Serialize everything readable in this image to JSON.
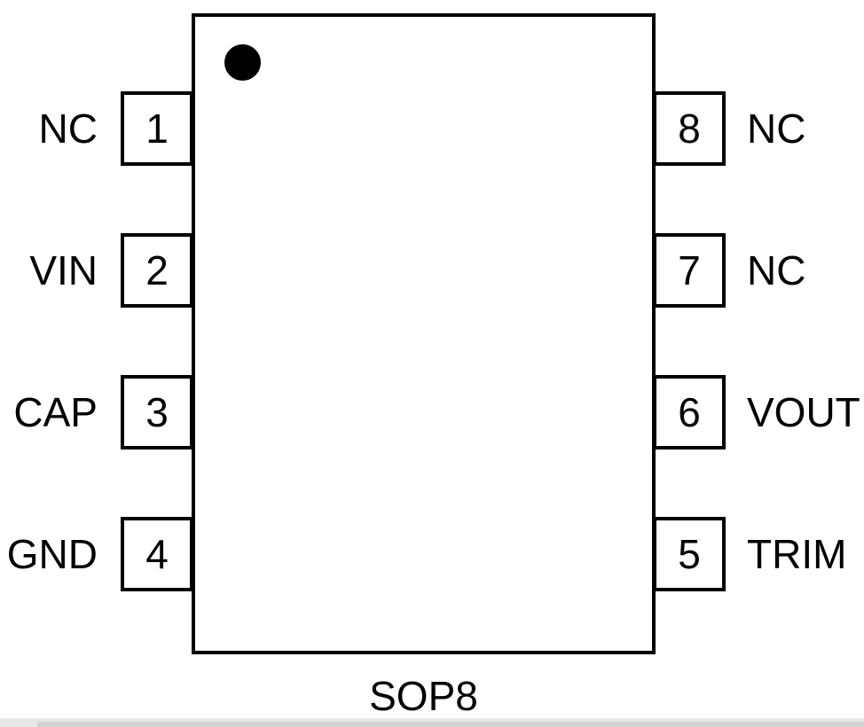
{
  "package": {
    "name_label": "SOP8"
  },
  "pins": {
    "left": [
      {
        "number": "1",
        "label": "NC"
      },
      {
        "number": "2",
        "label": "VIN"
      },
      {
        "number": "3",
        "label": "CAP"
      },
      {
        "number": "4",
        "label": "GND"
      }
    ],
    "right": [
      {
        "number": "8",
        "label": "NC"
      },
      {
        "number": "7",
        "label": "NC"
      },
      {
        "number": "6",
        "label": "VOUT"
      },
      {
        "number": "5",
        "label": "TRIM"
      }
    ]
  },
  "indicator": {
    "pin1_marker": "filled-circle"
  },
  "colors": {
    "line": "#000000",
    "background": "#ffffff",
    "scrollbar_track": "#e8e8e8",
    "scrollbar_thumb": "#d2d2d2"
  }
}
